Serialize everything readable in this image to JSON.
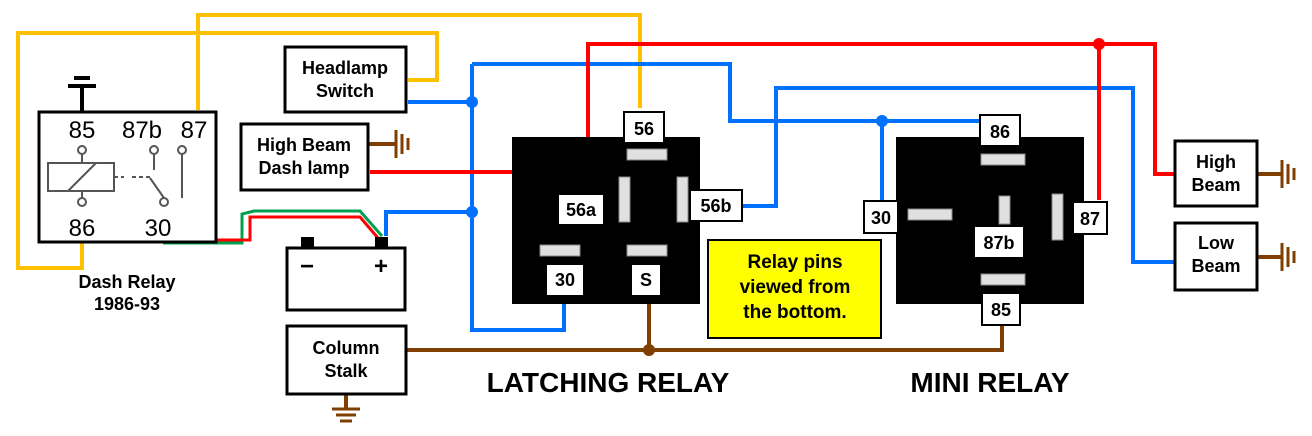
{
  "dash_relay": {
    "pins": [
      "85",
      "87b",
      "87",
      "86",
      "30"
    ],
    "caption_line1": "Dash Relay",
    "caption_line2": "1986-93"
  },
  "components": {
    "headlamp_switch": [
      "Headlamp",
      "Switch"
    ],
    "high_beam_dash_lamp": [
      "High Beam",
      "Dash lamp"
    ],
    "column_stalk": [
      "Column",
      "Stalk"
    ],
    "high_beam": [
      "High",
      "Beam"
    ],
    "low_beam": [
      "Low",
      "Beam"
    ],
    "battery_minus": "−",
    "battery_plus": "+"
  },
  "latching_relay": {
    "title": "LATCHING RELAY",
    "pins": [
      "56",
      "56a",
      "56b",
      "30",
      "S"
    ]
  },
  "mini_relay": {
    "title": "MINI RELAY",
    "pins": [
      "86",
      "30",
      "87",
      "87b",
      "85"
    ]
  },
  "note": [
    "Relay pins",
    "viewed from",
    "the bottom."
  ],
  "colors": {
    "yellow_wire": "#FFC000",
    "blue_wire": "#0070FF",
    "red_wire": "#FF0000",
    "brown_wire": "#7F3F00",
    "green_wire": "#00A050",
    "relay_body": "#000000",
    "note_fill": "#FFFF00"
  }
}
